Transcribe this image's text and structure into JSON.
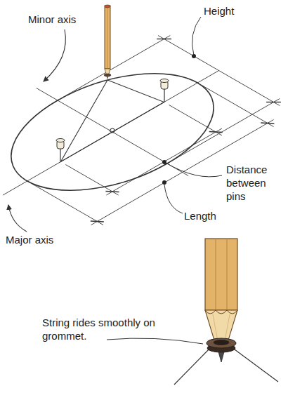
{
  "diagram": {
    "labels": [
      "Minor axis",
      "Height",
      "Distance between pins",
      "Length",
      "Major axis",
      "String rides smoothly on grommet."
    ]
  }
}
